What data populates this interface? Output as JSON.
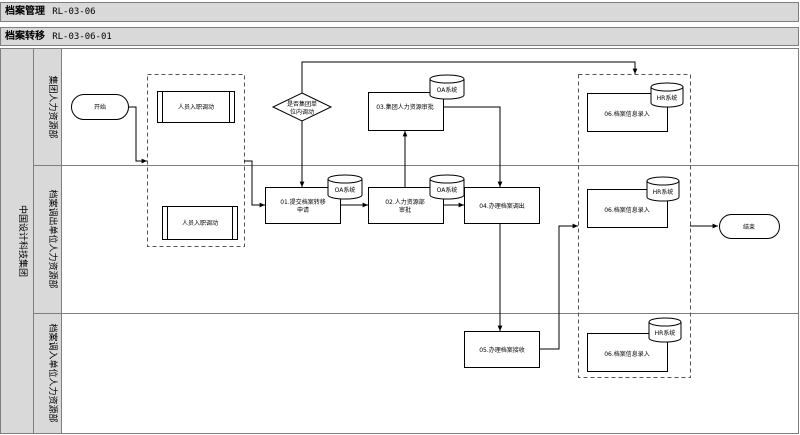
{
  "header": {
    "title": "档案管理",
    "code": "RL-03-06"
  },
  "subheader": {
    "title": "档案转移",
    "code": "RL-03-06-01"
  },
  "org": {
    "label": "中国设计科技集团"
  },
  "lanes": [
    {
      "label": "集团人力资源部"
    },
    {
      "label": "档案调出单位人力资源部"
    },
    {
      "label": "档案调入单位人力资源部"
    }
  ],
  "nodes": {
    "start": "开始",
    "doc_top": "人员入职调动",
    "doc_bottom": "人员入职调动",
    "decision": "是否集团单位内调动",
    "s03": "03.集团人力资源审批",
    "s01": "01.提交档案转移申请",
    "s02": "02.人力资源部审批",
    "s04": "04.办理档案调出",
    "s05": "05.办理档案接收",
    "s06a": "06.档案信息录入",
    "s06b": "06.档案信息录入",
    "s06c": "06.档案信息录入",
    "end": "结束"
  },
  "systems": {
    "oa": "OA系统",
    "hr": "HR系统"
  }
}
